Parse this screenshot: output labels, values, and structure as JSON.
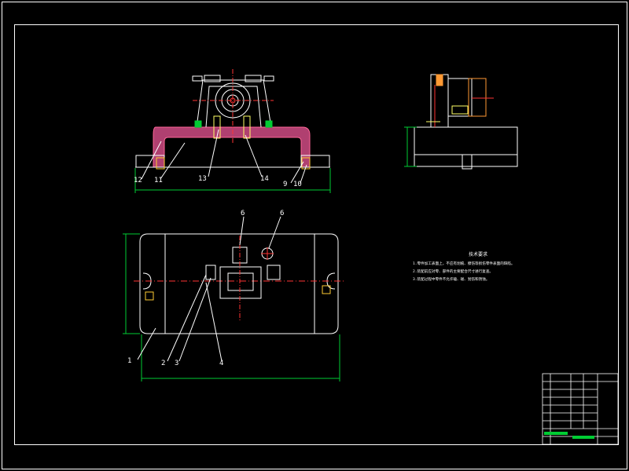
{
  "colors": {
    "background": "#000000",
    "line": "#ffffff",
    "accent": "#ff3333",
    "dimension": "#00cc33",
    "highlight": "#ff9933",
    "hatch": "#ffff66",
    "fill": "#dd66bb"
  },
  "callouts": {
    "c1": "1",
    "c2": "2",
    "c3": "3",
    "c4": "4",
    "c5": "6",
    "c6": "6",
    "c9": "9",
    "c10": "10",
    "c11": "11",
    "c12": "12",
    "c13": "13",
    "c14": "14"
  },
  "notes": {
    "title": "技术要求",
    "line1": "1.零件加工表面上，不应有划痕、擦伤等损伤零件表面的缺陷。",
    "line2": "2.装配前应对零、部件的主要配合尺寸进行复查。",
    "line3": "3.装配过程中零件不允许磕、碰、划伤和锈蚀。"
  }
}
